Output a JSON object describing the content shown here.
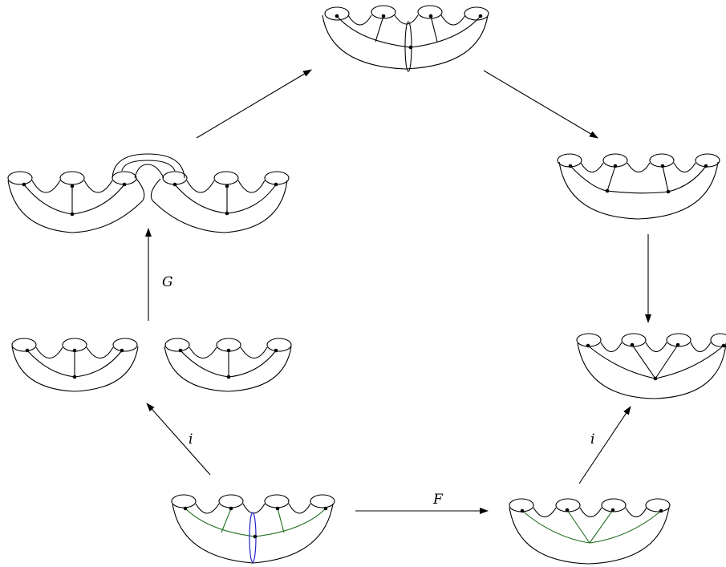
{
  "labels": {
    "map_G": "G",
    "map_F": "F",
    "map_i_left": "i",
    "map_i_right": "i"
  },
  "colors": {
    "black": "#000000",
    "green": "#1f6b1f",
    "blue": "#2424c8"
  }
}
